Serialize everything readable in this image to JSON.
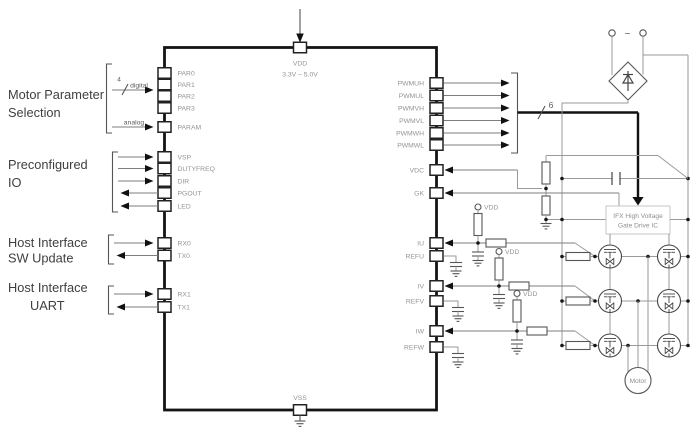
{
  "chip": {
    "top_pin": "VDD",
    "top_voltage": "3.3V – 5.0V",
    "bottom_pin": "VSS",
    "left_pins": [
      "PAR0",
      "PAR1",
      "PAR2",
      "PAR3",
      "PARAM",
      "VSP",
      "DUTYFREQ",
      "DIR",
      "PGOUT",
      "LED",
      "RX0",
      "TX0",
      "RX1",
      "TX1"
    ],
    "right_pins": [
      "PWMUH",
      "PWMUL",
      "PWMVH",
      "PWMVL",
      "PWMWH",
      "PWMWL",
      "VDC",
      "GK",
      "IU",
      "REFU",
      "IV",
      "REFV",
      "IW",
      "REFW"
    ]
  },
  "annotations": {
    "groups": [
      {
        "line1": "Motor Parameter",
        "line2": "Selection"
      },
      {
        "line1": "Preconfigured",
        "line2": "IO"
      },
      {
        "line1": "Host Interface",
        "line2": "SW Update"
      },
      {
        "line1": "Host Interface",
        "line2": "UART"
      }
    ],
    "digital_width": "4",
    "digital_label": "digital",
    "analog_label": "analog",
    "pwm_width": "6"
  },
  "power": {
    "vdd_terminal": "VDD",
    "ac_symbol": "~"
  },
  "gate_driver": {
    "line1": "IFX High Voltage",
    "line2": "Gate Drive IC"
  },
  "motor": {
    "label": "Motor"
  },
  "colors": {
    "chip_outline": "#141414",
    "wire": "#9a9a9a",
    "component": "#555555",
    "pin_label": "#949494",
    "annotation_text": "#3f3f3f",
    "gate_driver_text": "#8f8f8f"
  }
}
